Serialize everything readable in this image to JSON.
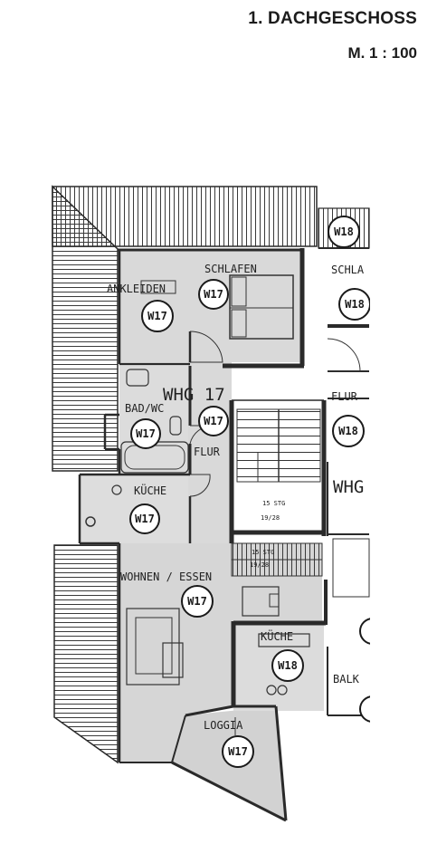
{
  "header": {
    "title": "1. DACHGESCHOSS",
    "scale": "M. 1 : 100"
  },
  "units": {
    "w17": "WHG 17",
    "w18": "WHG"
  },
  "rooms": {
    "schlafen": "SCHLAFEN",
    "ankleiden": "ANKLEIDEN",
    "bad_wc": "BAD/WC",
    "kueche_w17": "KÜCHE",
    "flur_w17": "FLUR",
    "wohnen_essen": "WOHNEN / ESSEN",
    "loggia": "LOGGIA",
    "schlafen_w18": "SCHLA",
    "flur_w18": "FLUR",
    "kueche_w18": "KÜCHE",
    "balkon": "BALK"
  },
  "stairs": {
    "upper": "15 STG",
    "upper_ratio": "19/28",
    "lower": "15 STG",
    "lower_ratio": "19/28"
  },
  "badges": {
    "ankleiden": "W17",
    "schlafen": "W17",
    "bad": "W17",
    "flur": "W17",
    "kueche": "W17",
    "wohnen": "W17",
    "loggia": "W17",
    "top_right": "W18",
    "schlafen_w18": "W18",
    "flur_w18": "W18",
    "kueche_w18": "W18"
  },
  "colors": {
    "wall": "#2a2a2a",
    "floor_shade": "#d9d9d9",
    "roof_hatch": "#3a3a3a",
    "paper": "#ffffff"
  }
}
